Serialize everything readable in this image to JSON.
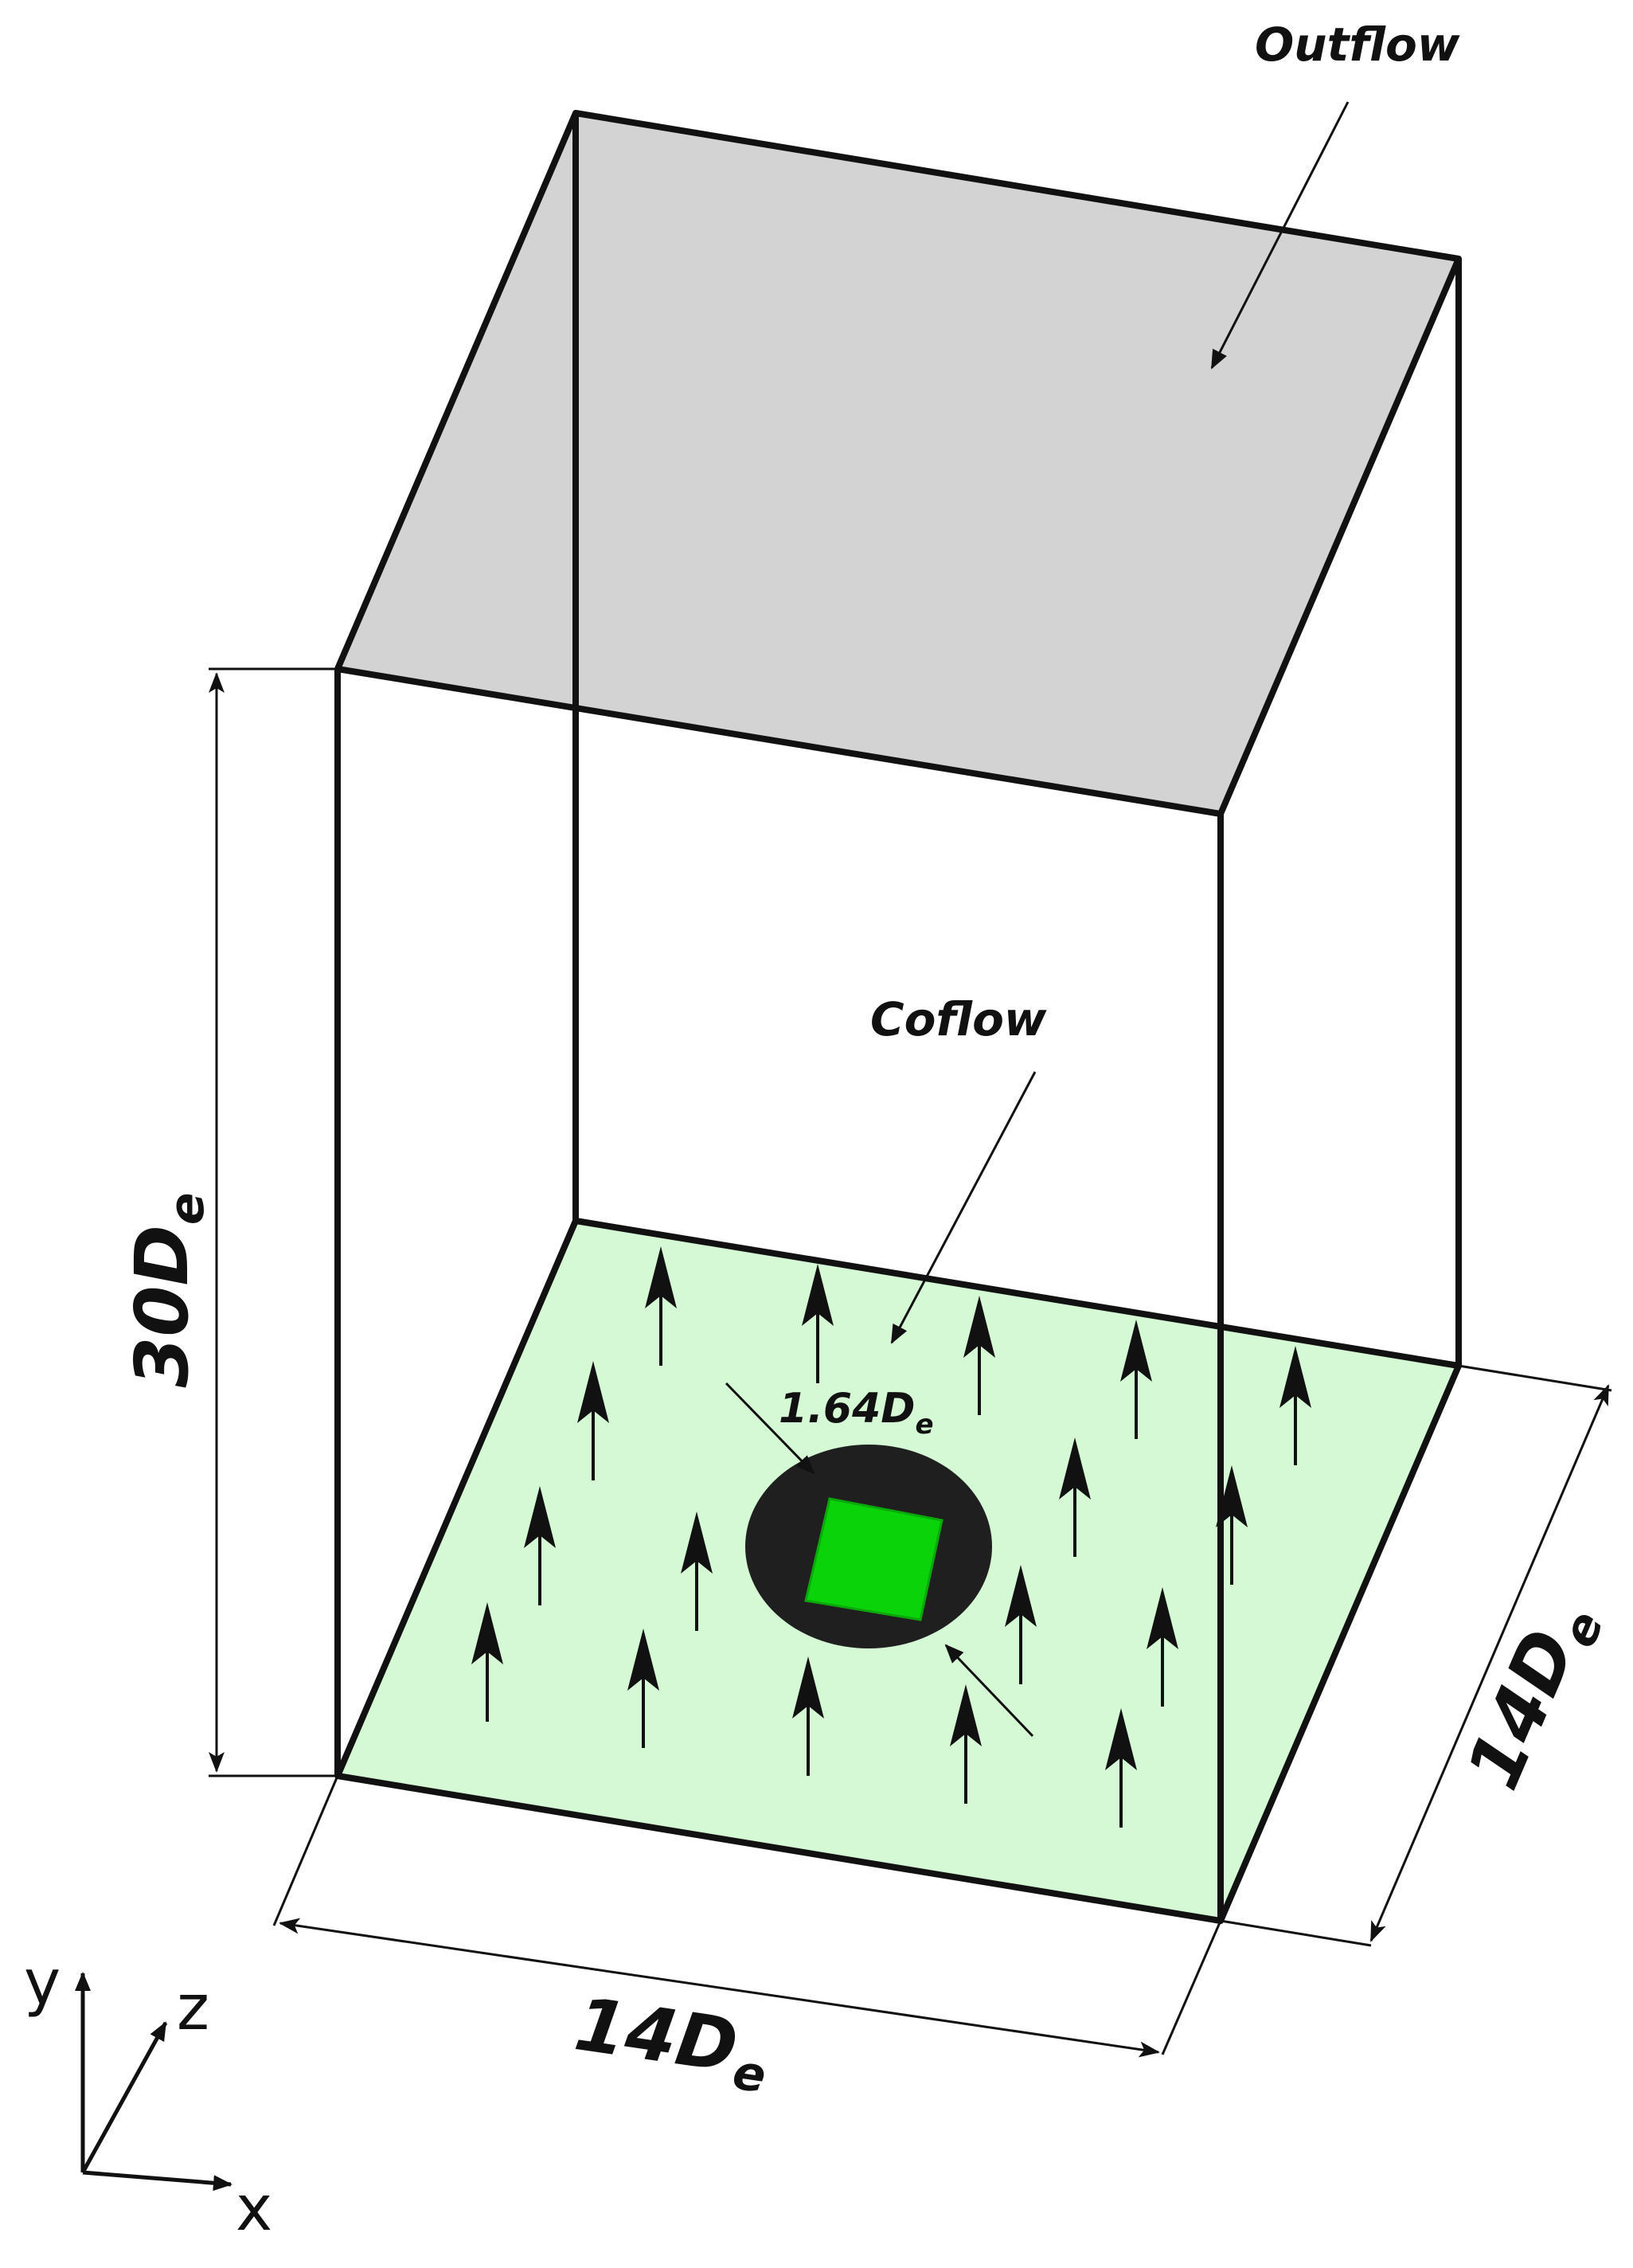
{
  "labels": {
    "outflow": "Outflow",
    "coflow": "Coflow",
    "jet_main": "1.64D",
    "jet_sub": "e",
    "height_main": "30D",
    "height_sub": "e",
    "width_main": "14D",
    "width_sub": "e",
    "depth_main": "14D",
    "depth_sub": "e"
  },
  "axes": {
    "y": "y",
    "z": "z",
    "x": "x"
  },
  "colors": {
    "outflow_face": "#d3d3d3",
    "coflow_face": "#d5f8d5",
    "nozzle_ring": "#1f1f1f",
    "nozzle_core": "#0ad30a",
    "lines": "#111111"
  }
}
